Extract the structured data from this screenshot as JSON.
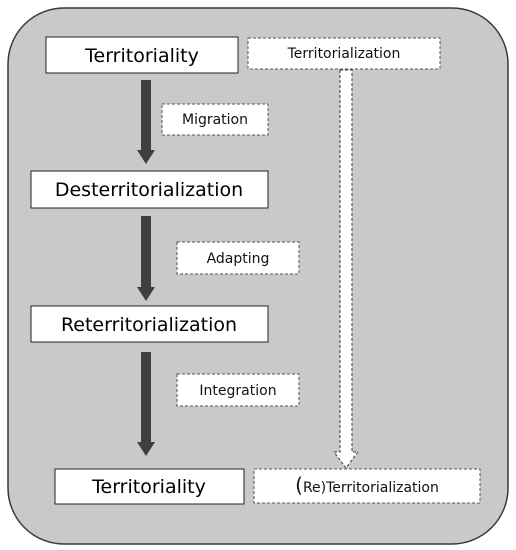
{
  "stages": [
    {
      "label": "Territoriality"
    },
    {
      "label": "Desterritorialization"
    },
    {
      "label": "Reterritorialization"
    },
    {
      "label": "Territoriality"
    }
  ],
  "transitions": [
    {
      "label": "Migration"
    },
    {
      "label": "Adapting"
    },
    {
      "label": "Integration"
    }
  ],
  "overall": {
    "top_label": "Territorialization",
    "bottom_label_paren": "(",
    "bottom_label_rest": "Re)Territorialization"
  },
  "colors": {
    "panel_fill": "#c9c9c9",
    "panel_stroke": "#3a3a3a",
    "box_fill": "#ffffff",
    "arrow_fill": "#3f3f3f",
    "hollow_arrow_fill": "#ffffff",
    "dash_stroke": "#555555"
  }
}
